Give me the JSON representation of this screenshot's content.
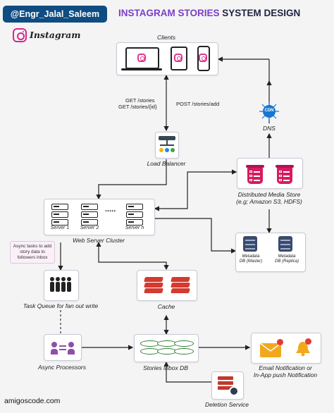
{
  "header": {
    "handle": "@Engr_Jalal_Saleem",
    "title_highlight": "INSTAGRAM STORIES",
    "title_rest": " SYSTEM DESIGN",
    "brand_name": "Instagram"
  },
  "nodes": {
    "clients": "Clients",
    "load_balancer": "Load Balancer",
    "dns": "DNS",
    "cdn": "CDN",
    "media_store_line1": "Distributed Media Store",
    "media_store_line2": "(e.g; Amazon S3, HDFS)",
    "web_cluster": "Web Server Cluster",
    "server1": "Server 1",
    "server2": "Server 2",
    "server_n": "Server n",
    "ellipsis": ".....",
    "metadata_master_1": "Metadata",
    "metadata_master_2": "DB (Master)",
    "metadata_replica_1": "Metadata",
    "metadata_replica_2": "DB (Replica)",
    "async_note_1": "Async tasks to add",
    "async_note_2": "story data to",
    "async_note_3": "followers inbox",
    "task_queue": "Task Queue for fan out write",
    "cache": "Cache",
    "async_processors": "Async Processors",
    "stories_inbox_db": "Stories Inbox DB",
    "notification_line1": "Email Notification or",
    "notification_line2": "In-App push Notification",
    "deletion_service": "Deletion Service"
  },
  "edges": {
    "get_stories": "GET /stories",
    "get_stories_id": "GET /stories/{id}",
    "post_stories": "POST /stories/add"
  },
  "footer": "amigoscode.com",
  "colors": {
    "badge": "#0f4c81",
    "title_highlight": "#7a3ec8",
    "instagram_pink": "#d6298d",
    "storage_red": "#d81b60",
    "cache_red": "#d43a2f",
    "cdn_blue": "#1976d2",
    "db_green": "#2e7d32"
  },
  "icons": [
    "instagram-icon",
    "laptop-icon",
    "tablet-icon",
    "phone-icon",
    "load-balancer-icon",
    "cdn-icon",
    "bucket-icon",
    "server-icon",
    "database-icon",
    "queue-icon",
    "redis-icon",
    "processor-icon",
    "email-icon",
    "bell-icon",
    "gear-icon"
  ]
}
